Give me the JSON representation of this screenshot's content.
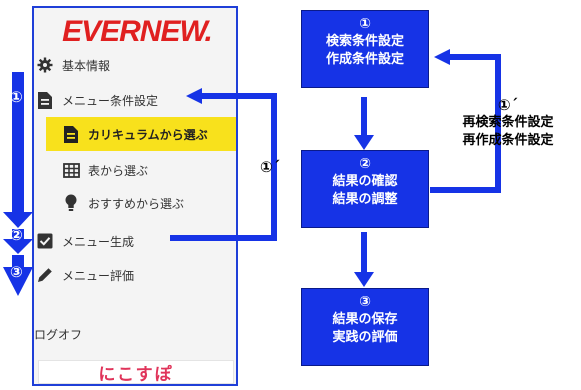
{
  "sidebar": {
    "logo": "EVERNEW.",
    "items": [
      {
        "label": "基本情報",
        "icon": "gear-icon"
      },
      {
        "label": "メニュー条件設定",
        "icon": "document-icon"
      },
      {
        "label": "カリキュラムから選ぶ",
        "icon": "document-icon",
        "active": true
      },
      {
        "label": "表から選ぶ",
        "icon": "grid-table-icon"
      },
      {
        "label": "おすすめから選ぶ",
        "icon": "lightbulb-icon"
      },
      {
        "label": "メニュー生成",
        "icon": "checkbox-icon"
      },
      {
        "label": "メニュー評価",
        "icon": "pencil-icon"
      }
    ],
    "logout": "ログオフ",
    "brand": "にこすぽ"
  },
  "flow": {
    "steps": [
      {
        "num": "①",
        "line1": "検索条件設定",
        "line2": "作成条件設定"
      },
      {
        "num": "②",
        "line1": "結果の確認",
        "line2": "結果の調整"
      },
      {
        "num": "③",
        "line1": "結果の保存",
        "line2": "実践の評価"
      }
    ],
    "loop_label": {
      "num": "①´",
      "line1": "再検索条件設定",
      "line2": "再作成条件設定"
    },
    "sidebar_loop_label": "①´",
    "side_markers": [
      "①",
      "②",
      "③"
    ]
  },
  "colors": {
    "arrow": "#1633e6",
    "step_fill": "#1633e6",
    "active_item": "#f8e11c",
    "logo": "#e02020"
  }
}
